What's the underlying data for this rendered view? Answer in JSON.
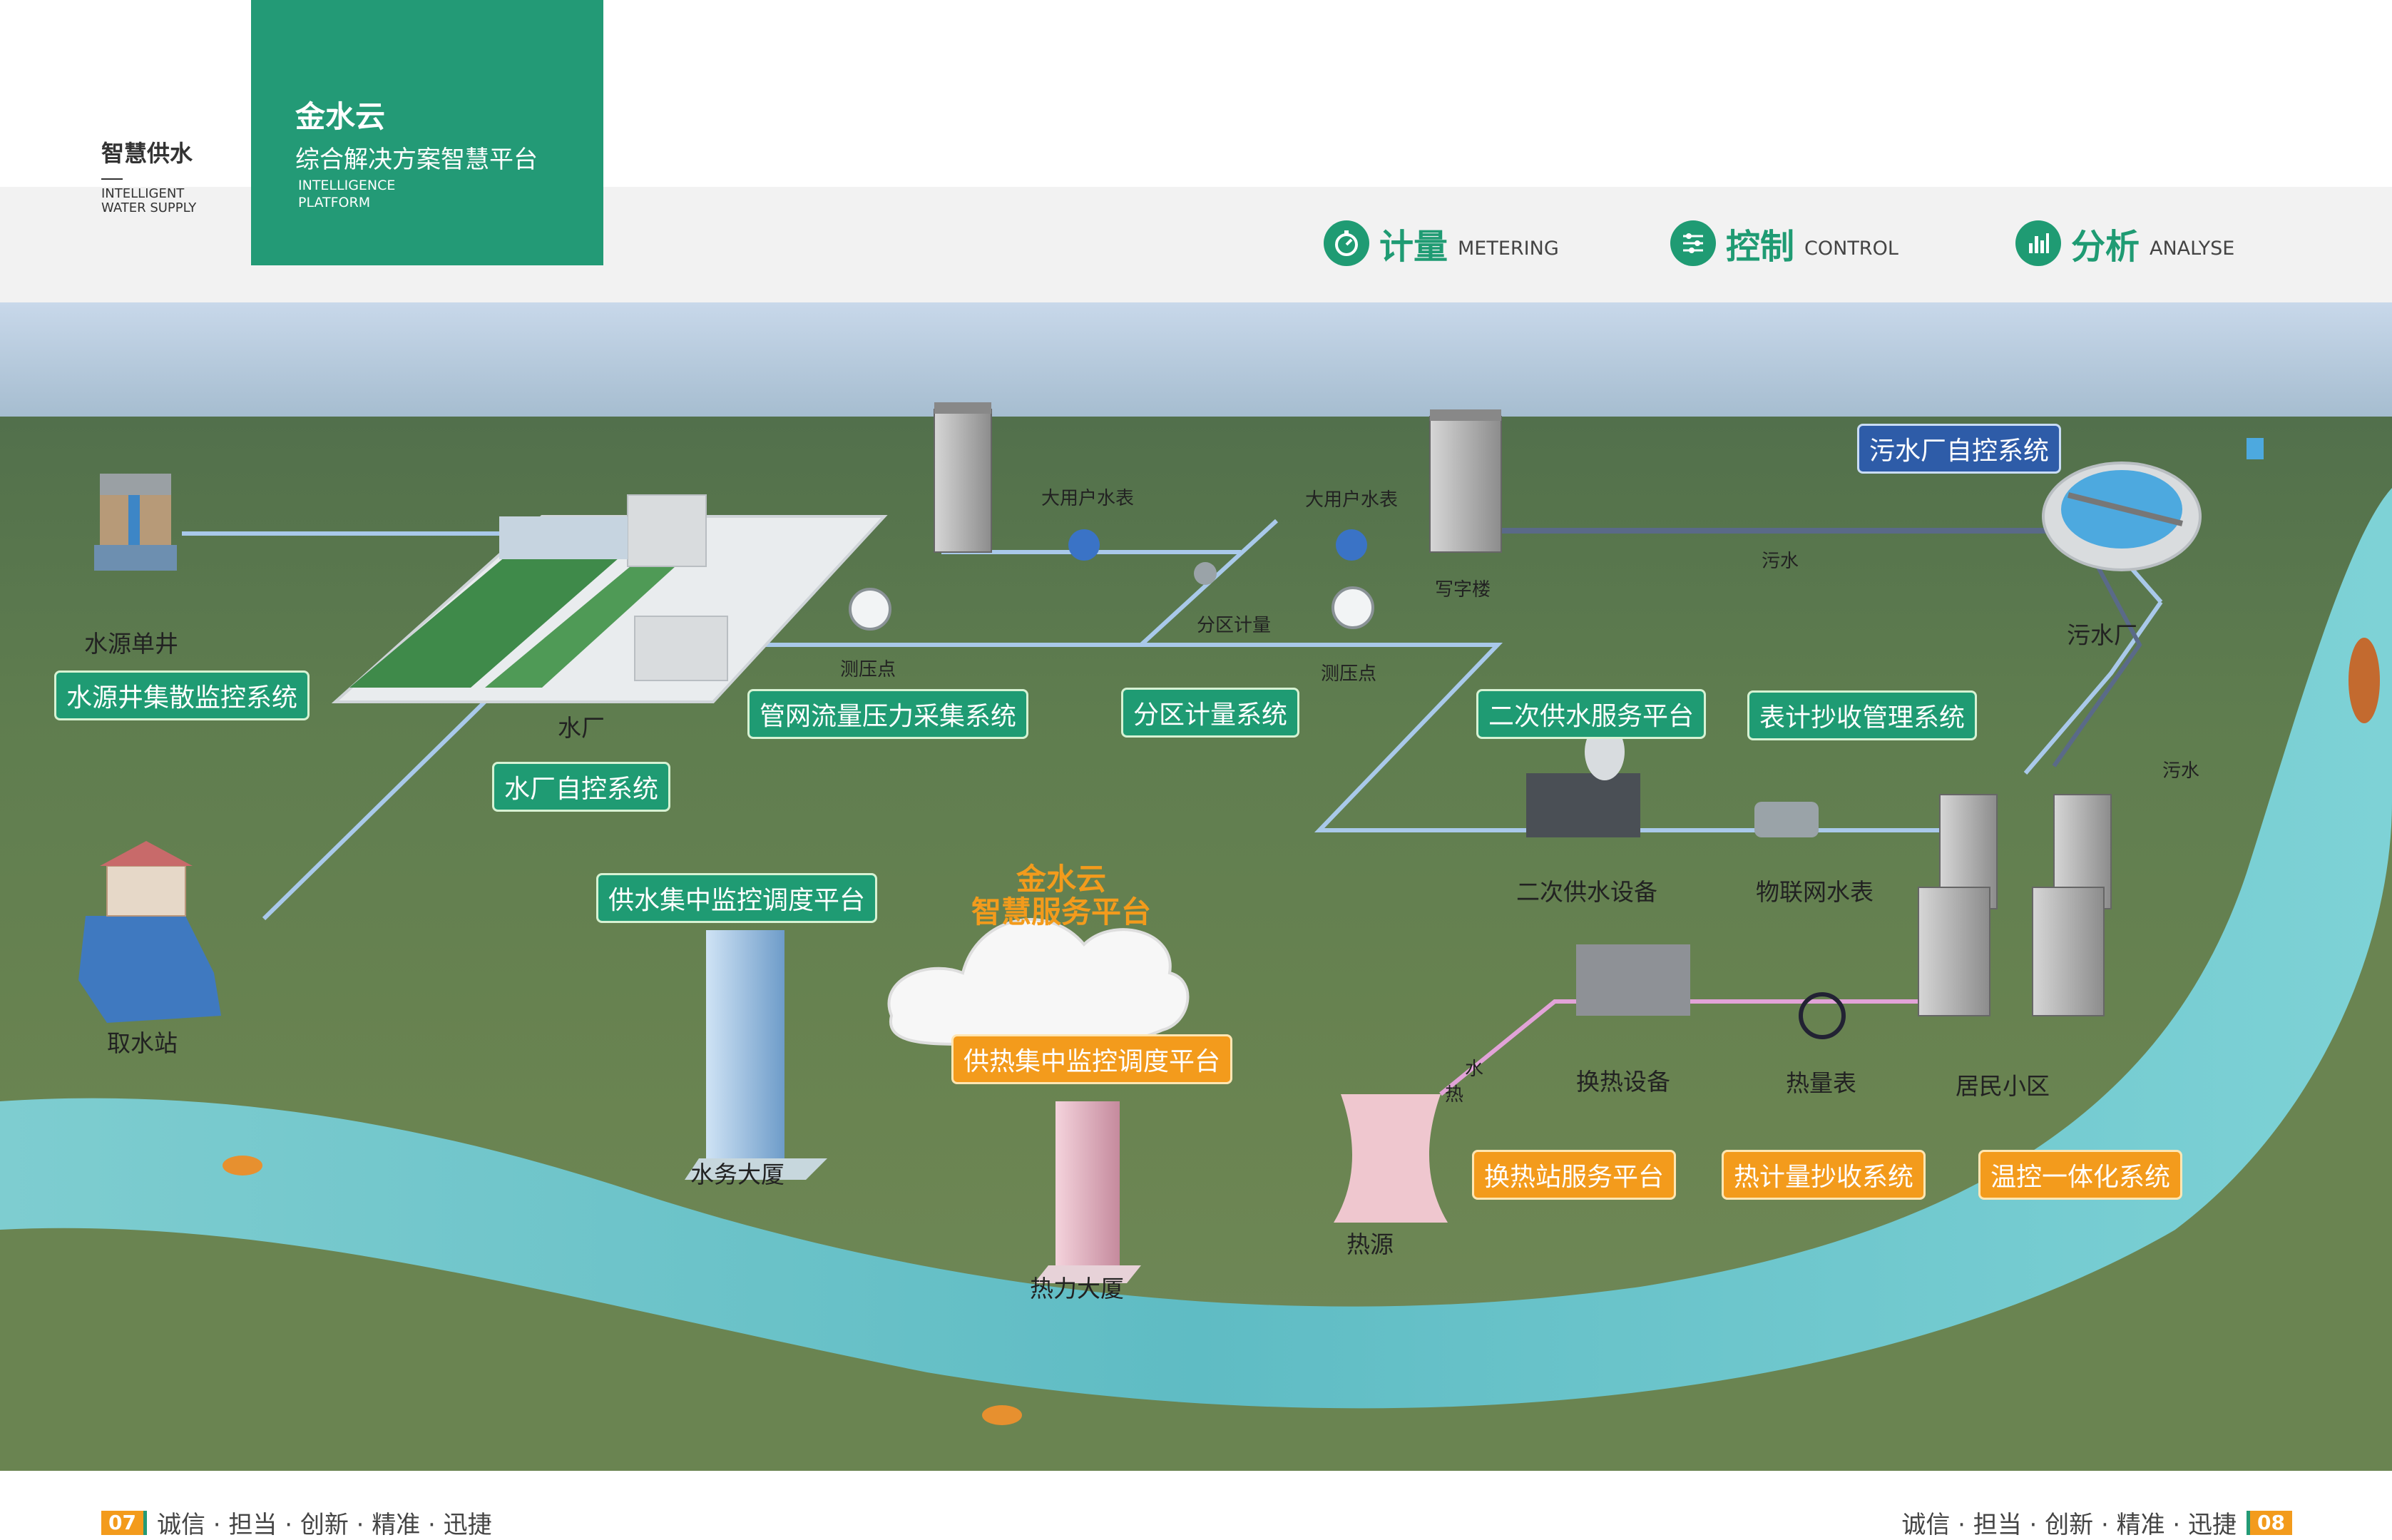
{
  "header": {
    "brand_cn": "智慧供水",
    "brand_en_1": "INTELLIGENT",
    "brand_en_2": "WATER SUPPLY",
    "box_title": "金水云",
    "box_subtitle": "综合解决方案智慧平台",
    "box_en_1": "INTELLIGENCE",
    "box_en_2": "PLATFORM",
    "features": [
      {
        "cn": "计量",
        "en": "METERING",
        "icon": "timer-icon"
      },
      {
        "cn": "控制",
        "en": "CONTROL",
        "icon": "sliders-icon"
      },
      {
        "cn": "分析",
        "en": "ANALYSE",
        "icon": "bar-chart-icon"
      }
    ]
  },
  "colors": {
    "brand_green": "#239a76",
    "tag_orange": "#f39b1c",
    "tag_blue": "#2e5ca8"
  },
  "labels": {
    "well": "水源单井",
    "plant": "水厂",
    "intake": "取水站",
    "big_meter_1": "大用户水表",
    "big_meter_2": "大用户水表",
    "zone_meter": "分区计量",
    "pressure_1": "测压点",
    "pressure_2": "测压点",
    "office": "写字楼",
    "sewage_1": "污水",
    "sewage_plant": "污水厂",
    "sewage_2": "污水",
    "secondary_equipment": "二次供水设备",
    "iot_meter": "物联网水表",
    "residential": "居民小区",
    "heat_exchange_eq": "换热设备",
    "heat_meter": "热量表",
    "heat_source": "热源",
    "water_building": "水务大厦",
    "heat_building": "热力大厦",
    "water_char": "水",
    "heat_char": "热"
  },
  "tags": {
    "well_monitor": "水源井集散监控系统",
    "pipe_network": "管网流量压力采集系统",
    "zone_system": "分区计量系统",
    "plant_control": "水厂自控系统",
    "secondary_platform": "二次供水服务平台",
    "meter_reading": "表计抄收管理系统",
    "sewage_control": "污水厂自控系统",
    "water_dispatch": "供水集中监控调度平台",
    "heat_dispatch": "供热集中监控调度平台",
    "heat_station": "换热站服务平台",
    "heat_reading": "热计量抄收系统",
    "temp_control": "温控一体化系统"
  },
  "cloud": {
    "line1": "金水云",
    "line2": "智慧服务平台"
  },
  "footer": {
    "left_page": "07",
    "right_page": "08",
    "motto": "诚信 · 担当 · 创新 · 精准 · 迅捷"
  }
}
